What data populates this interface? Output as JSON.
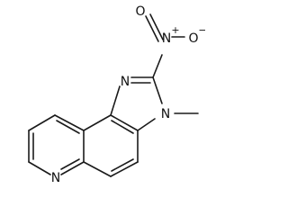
{
  "structure": {
    "atoms": {
      "nitro_n": "N",
      "nitro_n_charge": "+",
      "nitro_o": "O",
      "nitro_o_charge": "−",
      "imidazole_n_top": "N",
      "imidazole_n_methyl": "N",
      "pyridine_n": "N"
    }
  }
}
